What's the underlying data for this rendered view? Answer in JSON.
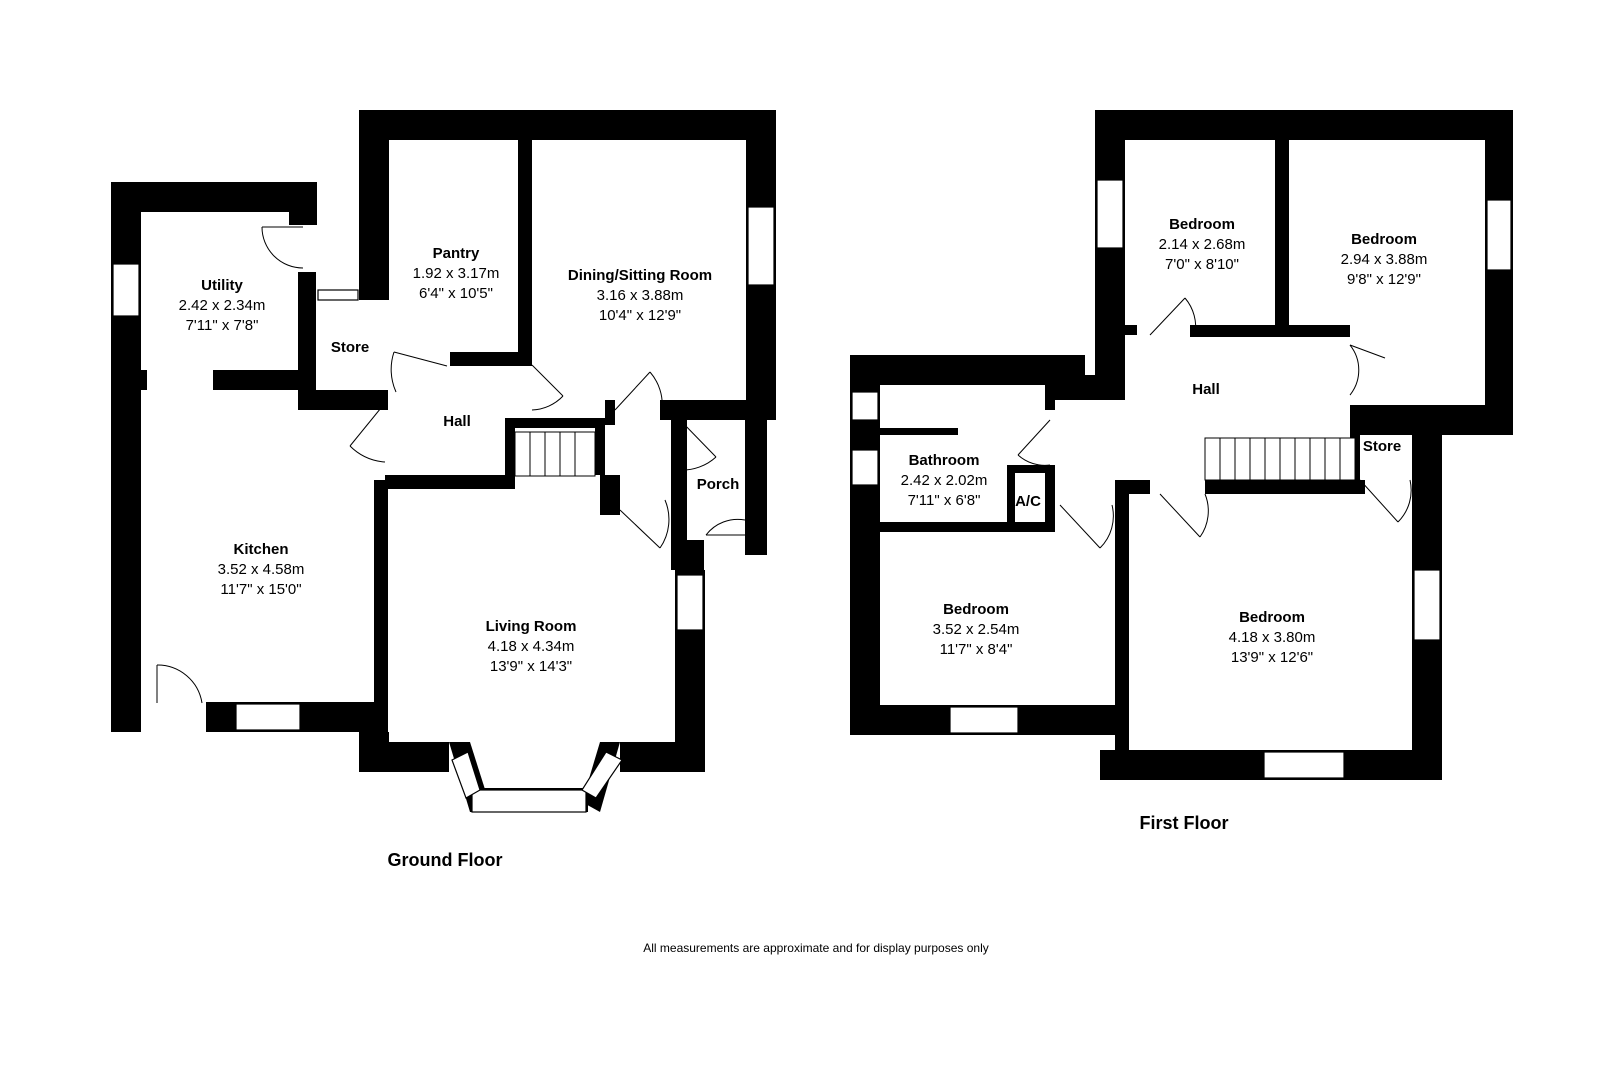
{
  "ground_floor": {
    "title": "Ground Floor",
    "rooms": {
      "utility": {
        "name": "Utility",
        "metric": "2.42 x 2.34m",
        "imperial": "7'11\" x 7'8\""
      },
      "pantry": {
        "name": "Pantry",
        "metric": "1.92 x 3.17m",
        "imperial": "6'4\" x 10'5\""
      },
      "dining": {
        "name": "Dining/Sitting Room",
        "metric": "3.16 x 3.88m",
        "imperial": "10'4\" x 12'9\""
      },
      "store": {
        "name": "Store"
      },
      "hall": {
        "name": "Hall"
      },
      "porch": {
        "name": "Porch"
      },
      "kitchen": {
        "name": "Kitchen",
        "metric": "3.52 x 4.58m",
        "imperial": "11'7\" x 15'0\""
      },
      "living": {
        "name": "Living Room",
        "metric": "4.18 x 4.34m",
        "imperial": "13'9\" x 14'3\""
      }
    }
  },
  "first_floor": {
    "title": "First Floor",
    "rooms": {
      "bedroom_small": {
        "name": "Bedroom",
        "metric": "2.14 x 2.68m",
        "imperial": "7'0\" x 8'10\""
      },
      "bedroom_rear": {
        "name": "Bedroom",
        "metric": "2.94 x 3.88m",
        "imperial": "9'8\" x 12'9\""
      },
      "hall": {
        "name": "Hall"
      },
      "bathroom": {
        "name": "Bathroom",
        "metric": "2.42 x 2.02m",
        "imperial": "7'11\" x 6'8\""
      },
      "ac": {
        "name": "A/C"
      },
      "store": {
        "name": "Store"
      },
      "bedroom_left": {
        "name": "Bedroom",
        "metric": "3.52 x 2.54m",
        "imperial": "11'7\" x 8'4\""
      },
      "bedroom_main": {
        "name": "Bedroom",
        "metric": "4.18 x 3.80m",
        "imperial": "13'9\" x 12'6\""
      }
    }
  },
  "disclaimer": "All measurements are approximate and for display purposes only",
  "colors": {
    "wall": "#000000",
    "background": "#ffffff"
  }
}
